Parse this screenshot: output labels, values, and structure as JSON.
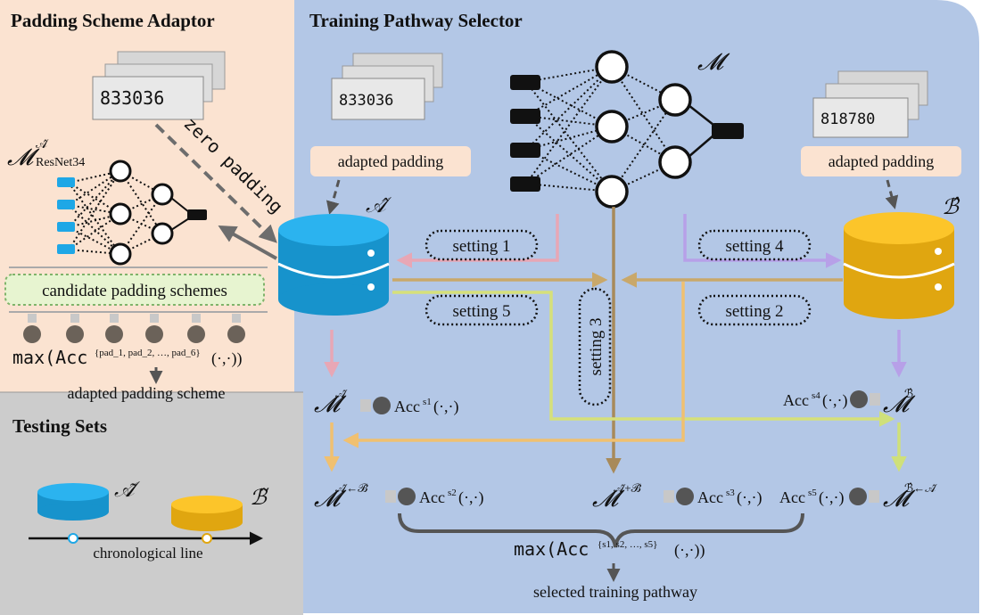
{
  "sections": {
    "padding_adaptor": "Padding Scheme Adaptor",
    "pathway_selector": "Training Pathway Selector",
    "testing_sets": "Testing Sets"
  },
  "colors": {
    "adaptor_bg": "#fbe3d1",
    "selector_bg": "#b3c7e6",
    "testing_bg": "#cccccc",
    "dataset_a": "#1ea7e6",
    "dataset_b": "#fbbd14",
    "setting1": "#e8a7b5",
    "setting2": "#c9a86a",
    "setting3": "#b79a6a",
    "setting4": "#b7a0e8",
    "setting5": "#d6e07a"
  },
  "adaptor": {
    "model_label": "𝓜",
    "model_sup": "𝒜̂",
    "model_sub": "ResNet34",
    "zero_padding": "zero padding",
    "candidate_schemes": "candidate padding schemes",
    "max_text": "max(Acc",
    "max_sup": "{pad_1, pad_2, …, pad_6}",
    "max_tail": "(·,·))",
    "adapted_scheme": "adapted padding scheme",
    "plate_a_text": "833036",
    "plate_b_text": "818780"
  },
  "selector": {
    "adapted_padding_left": "adapted padding",
    "adapted_padding_right": "adapted padding",
    "model_M": "𝓜",
    "dataset_a_label": "𝒜̂",
    "dataset_b_label": "ℬ̂",
    "settings": [
      "setting 1",
      "setting 2",
      "setting 3",
      "setting 4",
      "setting 5"
    ],
    "acc": "Acc",
    "acc_tail": "(·,·)",
    "acc_s1": "s1",
    "acc_s2": "s2",
    "acc_s3": "s3",
    "acc_s4": "s4",
    "acc_s5": "s5",
    "m_a": "𝒜̂",
    "m_b": "ℬ̂",
    "m_a_from_b": "𝒜̂←ℬ̂",
    "m_a_plus_b": "𝒜̂+ℬ̂",
    "m_b_from_a": "ℬ̂←𝒜̂",
    "final_max_text": "max(Acc",
    "final_max_sup": "{s1, s2, …, s5}",
    "final_max_tail": "(·,·))",
    "selected_pathway": "selected training pathway"
  },
  "testing": {
    "dataset_a_label": "𝒜̃",
    "dataset_b_label": "ℬ̃",
    "chronological_line": "chronological line"
  }
}
